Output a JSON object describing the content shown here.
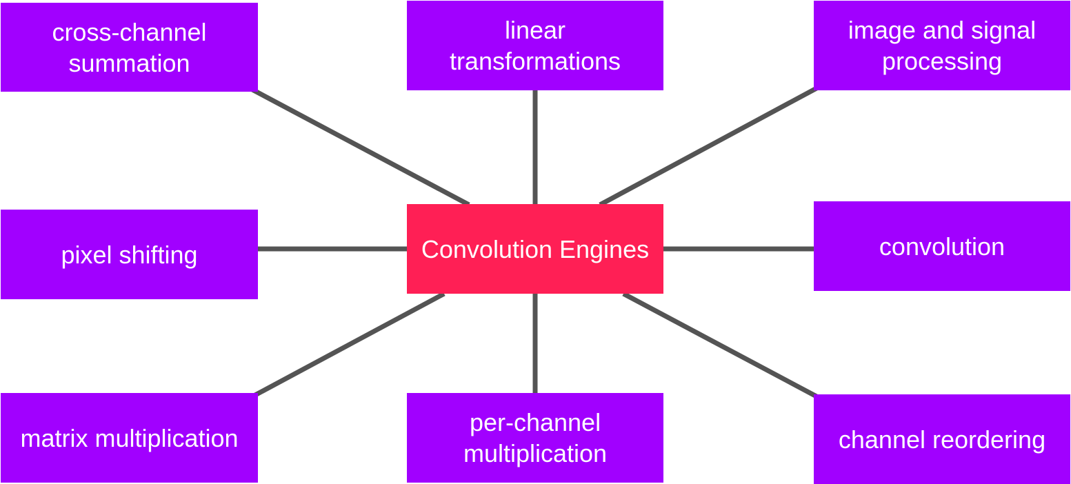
{
  "colors": {
    "node_fill": "#a100ff",
    "center_fill": "#ff1f55",
    "connector": "#545454",
    "text": "#ffffff"
  },
  "center": {
    "label": "Convolution Engines"
  },
  "nodes": [
    {
      "id": "cross",
      "label": "cross-channel summation"
    },
    {
      "id": "linear",
      "label": "linear transformations"
    },
    {
      "id": "image",
      "label": "image and signal processing"
    },
    {
      "id": "pixel",
      "label": "pixel shifting"
    },
    {
      "id": "conv",
      "label": "convolution"
    },
    {
      "id": "matrix",
      "label": "matrix multiplication"
    },
    {
      "id": "perchan",
      "label": "per-channel multiplication"
    },
    {
      "id": "reorder",
      "label": "channel reordering"
    }
  ]
}
